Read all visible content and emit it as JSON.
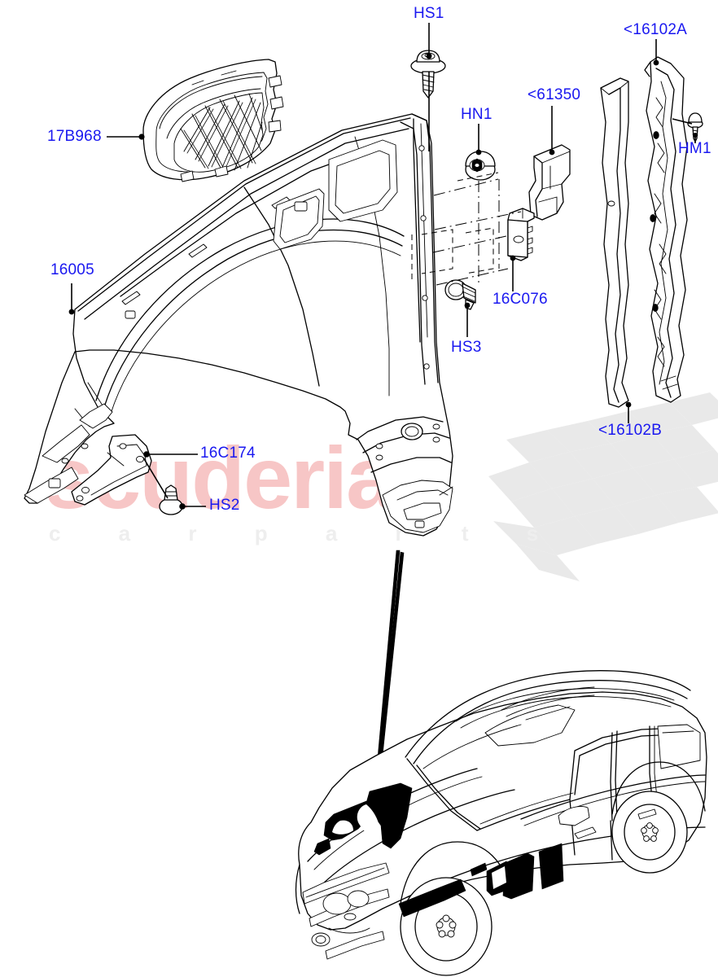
{
  "diagram": {
    "title": "Front Fender Assembly Parts Diagram",
    "label_color": "#1a18f0",
    "line_color": "#000000",
    "background": "#ffffff"
  },
  "watermark": {
    "brand": "scuderia",
    "tagline": "c a r   p a r t s",
    "brand_color": "#f7c6c6",
    "tagline_color": "#eeeeee",
    "flag": "checkered-flag"
  },
  "callouts": [
    {
      "id": "c1",
      "text": "HS1",
      "name": "callout-hs1"
    },
    {
      "id": "c2",
      "text": "HN1",
      "name": "callout-hn1"
    },
    {
      "id": "c3",
      "text": "<61350",
      "name": "callout-61350"
    },
    {
      "id": "c4",
      "text": "<16102A",
      "name": "callout-16102a"
    },
    {
      "id": "c5",
      "text": "HM1",
      "name": "callout-hm1"
    },
    {
      "id": "c6",
      "text": "17B968",
      "name": "callout-17b968"
    },
    {
      "id": "c7",
      "text": "16005",
      "name": "callout-16005"
    },
    {
      "id": "c8",
      "text": "16C076",
      "name": "callout-16c076"
    },
    {
      "id": "c9",
      "text": "HS3",
      "name": "callout-hs3"
    },
    {
      "id": "c10",
      "text": "<16102B",
      "name": "callout-16102b"
    },
    {
      "id": "c11",
      "text": "16C174",
      "name": "callout-16c174"
    },
    {
      "id": "c12",
      "text": "HS2",
      "name": "callout-hs2"
    }
  ],
  "parts": [
    {
      "ref": "17B968",
      "description": "fender-vent-grille"
    },
    {
      "ref": "16005",
      "description": "front-fender-panel"
    },
    {
      "ref": "16C174",
      "description": "fender-support-brace"
    },
    {
      "ref": "16C076",
      "description": "fender-mounting-bracket"
    },
    {
      "ref": "<61350",
      "description": "fender-bump-stop-pad"
    },
    {
      "ref": "<16102A",
      "description": "fender-inner-liner-upper"
    },
    {
      "ref": "<16102B",
      "description": "fender-sealing-strip"
    },
    {
      "ref": "HS1",
      "description": "flanged-head-screw"
    },
    {
      "ref": "HS2",
      "description": "stud-bolt"
    },
    {
      "ref": "HS3",
      "description": "shoulder-screw"
    },
    {
      "ref": "HN1",
      "description": "flanged-nut"
    },
    {
      "ref": "HM1",
      "description": "push-rivet"
    }
  ],
  "vehicle": {
    "name": "range-rover-sport-outline",
    "highlight": "front-fender-region"
  }
}
